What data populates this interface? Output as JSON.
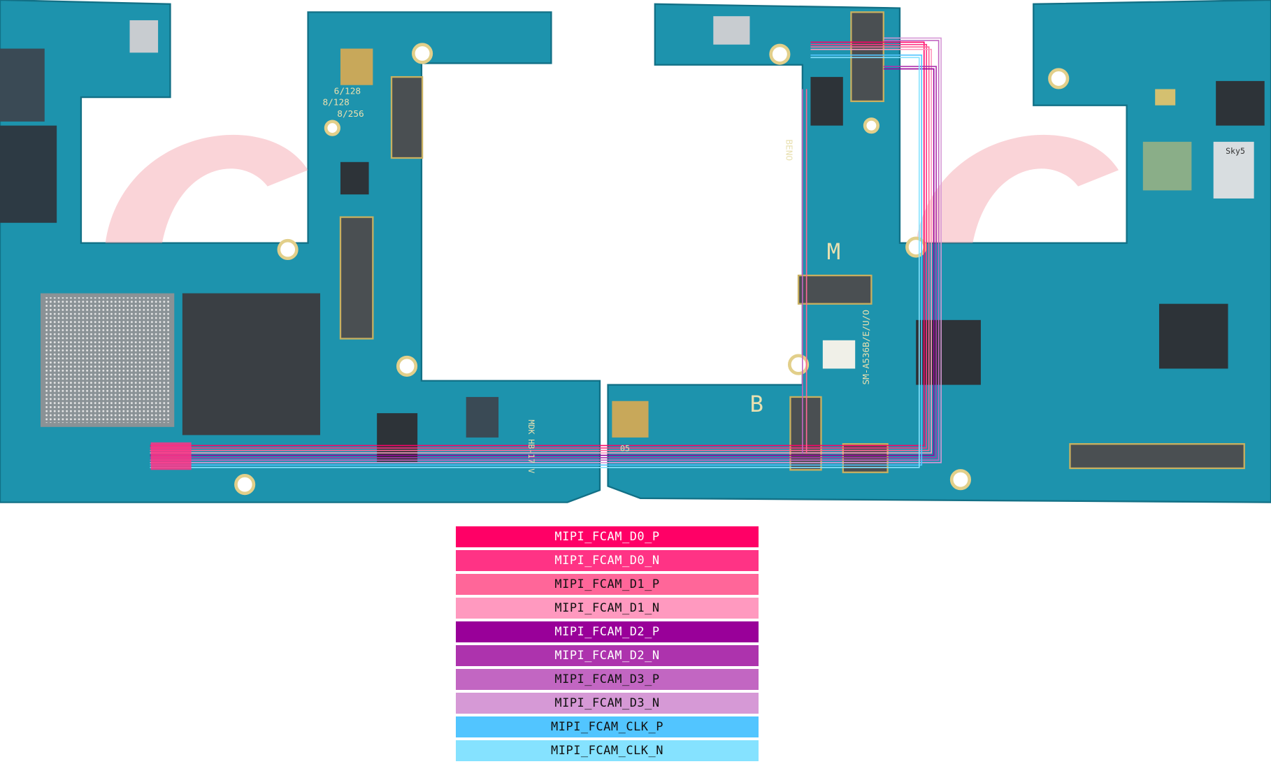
{
  "board": {
    "silkscreen": {
      "ram_6_128": "6/128",
      "ram_8_128": "8/128",
      "ram_8_256": "8/256",
      "marker_m": "M",
      "marker_b": "B",
      "beno": "BENO",
      "model": "SM-A536B/E/U/O",
      "sky5": "Sky5",
      "code_05": "05",
      "mdk": "MDK HB-17 V"
    },
    "colors": {
      "pcb": "#1d93ad",
      "pcb_dark": "#16788f",
      "hole_ring": "#e2cf8a",
      "watermark": "#f4a0a8"
    }
  },
  "legend": {
    "items": [
      {
        "label": "MIPI_FCAM_D0_P",
        "color": "#ff0066",
        "text_color": "#ffffff"
      },
      {
        "label": "MIPI_FCAM_D0_N",
        "color": "#ff3385",
        "text_color": "#ffffff"
      },
      {
        "label": "MIPI_FCAM_D1_P",
        "color": "#ff6699",
        "text_color": "#111111"
      },
      {
        "label": "MIPI_FCAM_D1_N",
        "color": "#ff99bf",
        "text_color": "#111111"
      },
      {
        "label": "MIPI_FCAM_D2_P",
        "color": "#990099",
        "text_color": "#ffffff"
      },
      {
        "label": "MIPI_FCAM_D2_N",
        "color": "#ad33ad",
        "text_color": "#ffffff"
      },
      {
        "label": "MIPI_FCAM_D3_P",
        "color": "#c266c2",
        "text_color": "#111111"
      },
      {
        "label": "MIPI_FCAM_D3_N",
        "color": "#d699d6",
        "text_color": "#111111"
      },
      {
        "label": "MIPI_FCAM_CLK_P",
        "color": "#52c5ff",
        "text_color": "#111111"
      },
      {
        "label": "MIPI_FCAM_CLK_N",
        "color": "#85e2ff",
        "text_color": "#111111"
      }
    ]
  }
}
